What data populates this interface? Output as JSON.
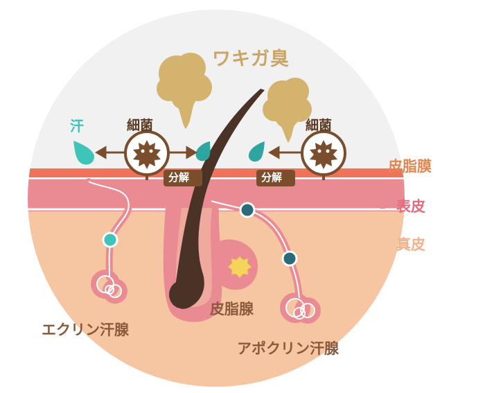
{
  "title": "ワキガ臭",
  "labels": {
    "sweat": "汗",
    "bacteria_left": "細菌",
    "bacteria_right": "細菌",
    "decompose_left": "分解",
    "decompose_right": "分解"
  },
  "layers": {
    "sebum_film": "皮脂膜",
    "epidermis": "表皮",
    "dermis": "真皮"
  },
  "glands": {
    "sebaceous": "皮脂腺",
    "eccrine": "エクリン汗腺",
    "apocrine": "アポクリン汗腺"
  },
  "colors": {
    "background_circle": "#f2f1f1",
    "sebum_film": "#ee735a",
    "epidermis": "#ea8b93",
    "dermis": "#f6c6a2",
    "odor_cloud": "#d4b36f",
    "sweat_drop": "#3ec4b8",
    "bacteria": "#7a4e2d",
    "hair": "#4a3226"
  }
}
